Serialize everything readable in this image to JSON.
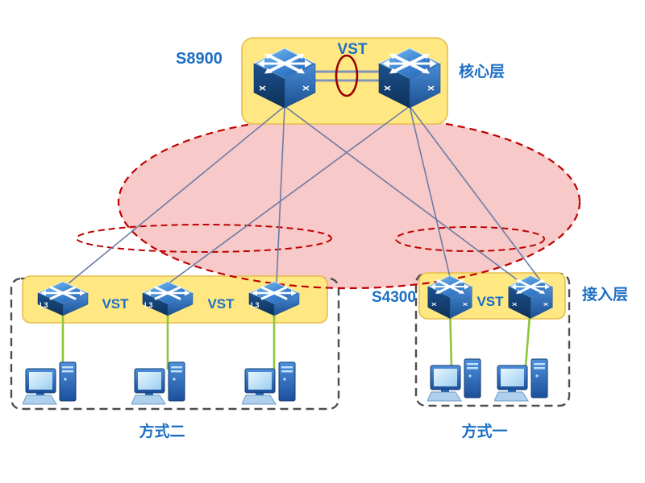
{
  "core": {
    "model": "S8900",
    "vst": "VST",
    "layer": "核心层"
  },
  "access_left": {
    "vst1": "VST",
    "vst2": "VST",
    "switch_badges": [
      "L3",
      "L3",
      "L3"
    ],
    "method": "方式二"
  },
  "access_right": {
    "model": "S4300",
    "vst": "VST",
    "layer": "接入层",
    "method": "方式一"
  },
  "icons": {
    "core_switch": "core-switch-icon",
    "l3_switch": "l3-switch-icon",
    "access_switch": "access-switch-icon",
    "pc": "pc-icon",
    "vst_ring": "vst-ring-icon"
  },
  "colors": {
    "label_blue": "#1C6FC4",
    "panel_yellow": "#FFE782",
    "panel_border": "#E5BE4B",
    "domain_pink": "#F7C9C9",
    "dash_red": "#C00000",
    "uplink_blue": "#6B7CA6",
    "link_green": "#8CC63F",
    "dash_gray": "#4D4D4D"
  }
}
